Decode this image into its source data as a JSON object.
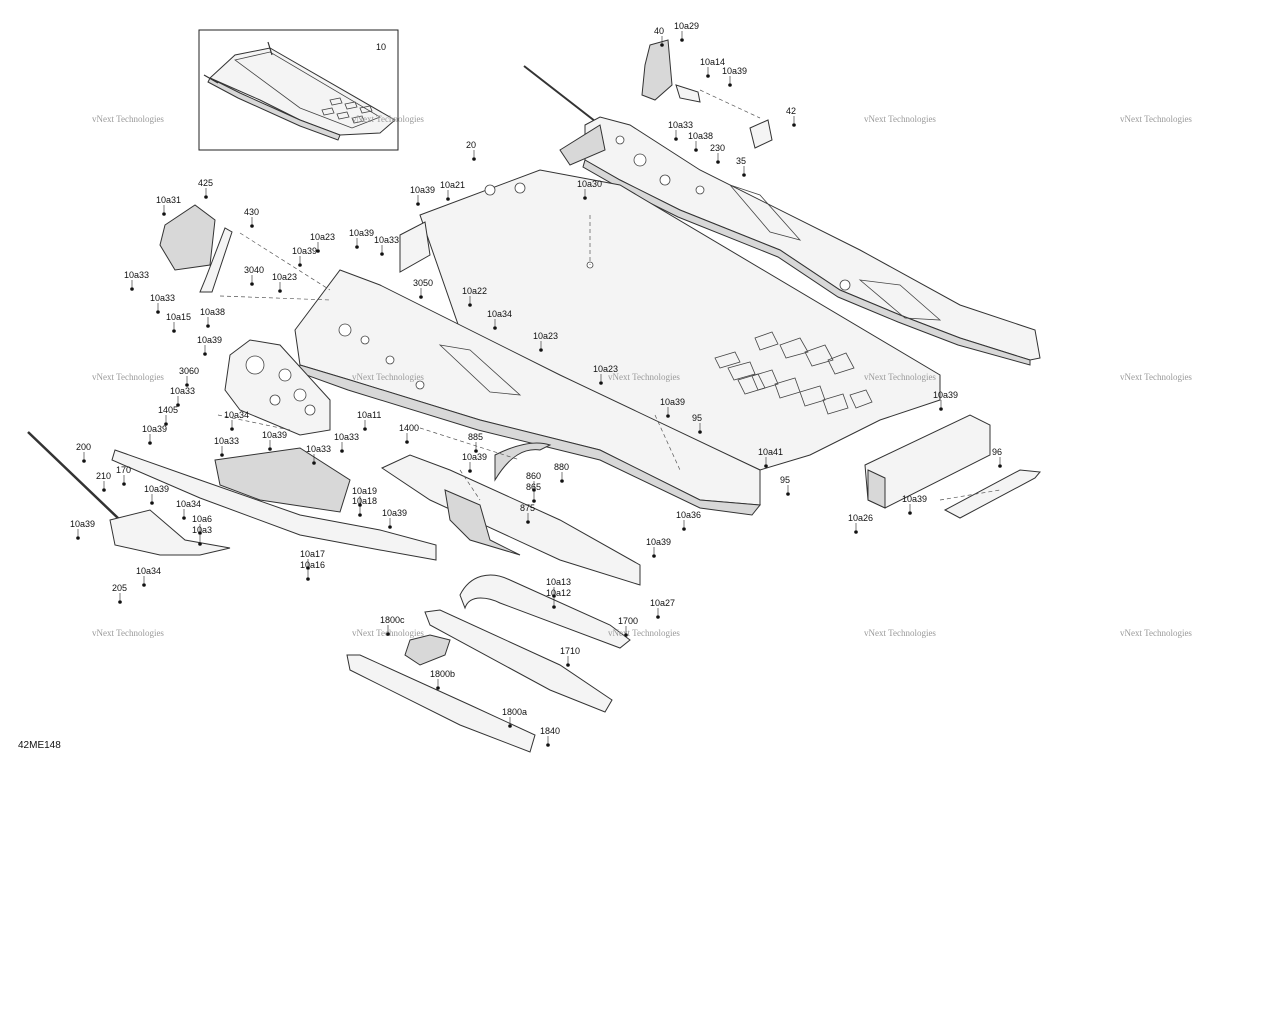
{
  "figure_code": "42ME148",
  "inset_label": "10",
  "watermark_text": "vNext Technologies",
  "callouts": [
    {
      "id": "c-10a29",
      "text": "10a29"
    },
    {
      "id": "c-40",
      "text": "40"
    },
    {
      "id": "c-10a14",
      "text": "10a14"
    },
    {
      "id": "c-10a39-a",
      "text": "10a39"
    },
    {
      "id": "c-42",
      "text": "42"
    },
    {
      "id": "c-10a33-a",
      "text": "10a33"
    },
    {
      "id": "c-10a38-a",
      "text": "10a38"
    },
    {
      "id": "c-230",
      "text": "230"
    },
    {
      "id": "c-35",
      "text": "35"
    },
    {
      "id": "c-20",
      "text": "20"
    },
    {
      "id": "c-10a39-b",
      "text": "10a39"
    },
    {
      "id": "c-10a21",
      "text": "10a21"
    },
    {
      "id": "c-10a30",
      "text": "10a30"
    },
    {
      "id": "c-425",
      "text": "425"
    },
    {
      "id": "c-10a31",
      "text": "10a31"
    },
    {
      "id": "c-430",
      "text": "430"
    },
    {
      "id": "c-10a23-a",
      "text": "10a23"
    },
    {
      "id": "c-10a39-c",
      "text": "10a39"
    },
    {
      "id": "c-10a33-b",
      "text": "10a33"
    },
    {
      "id": "c-10a39-d",
      "text": "10a39"
    },
    {
      "id": "c-3040",
      "text": "3040"
    },
    {
      "id": "c-10a23-b",
      "text": "10a23"
    },
    {
      "id": "c-10a33-c",
      "text": "10a33"
    },
    {
      "id": "c-10a33-d",
      "text": "10a33"
    },
    {
      "id": "c-3050",
      "text": "3050"
    },
    {
      "id": "c-10a22",
      "text": "10a22"
    },
    {
      "id": "c-10a15",
      "text": "10a15"
    },
    {
      "id": "c-10a38-b",
      "text": "10a38"
    },
    {
      "id": "c-10a34-a",
      "text": "10a34"
    },
    {
      "id": "c-10a23-c",
      "text": "10a23"
    },
    {
      "id": "c-10a39-e",
      "text": "10a39"
    },
    {
      "id": "c-3060",
      "text": "3060"
    },
    {
      "id": "c-10a23-d",
      "text": "10a23"
    },
    {
      "id": "c-10a33-e",
      "text": "10a33"
    },
    {
      "id": "c-1405",
      "text": "1405"
    },
    {
      "id": "c-10a34-b",
      "text": "10a34"
    },
    {
      "id": "c-10a11",
      "text": "10a11"
    },
    {
      "id": "c-10a39-f",
      "text": "10a39"
    },
    {
      "id": "c-95-a",
      "text": "95"
    },
    {
      "id": "c-10a39-g",
      "text": "10a39"
    },
    {
      "id": "c-1400",
      "text": "1400"
    },
    {
      "id": "c-10a39-h",
      "text": "10a39"
    },
    {
      "id": "c-10a39-i",
      "text": "10a39"
    },
    {
      "id": "c-10a33-f",
      "text": "10a33"
    },
    {
      "id": "c-10a33-g",
      "text": "10a33"
    },
    {
      "id": "c-885",
      "text": "885"
    },
    {
      "id": "c-200",
      "text": "200"
    },
    {
      "id": "c-10a33-h",
      "text": "10a33"
    },
    {
      "id": "c-10a39-j",
      "text": "10a39"
    },
    {
      "id": "c-860",
      "text": "860"
    },
    {
      "id": "c-880",
      "text": "880"
    },
    {
      "id": "c-865",
      "text": "865"
    },
    {
      "id": "c-10a41",
      "text": "10a41"
    },
    {
      "id": "c-96",
      "text": "96"
    },
    {
      "id": "c-210",
      "text": "210"
    },
    {
      "id": "c-170",
      "text": "170"
    },
    {
      "id": "c-10a39-k",
      "text": "10a39"
    },
    {
      "id": "c-10a19",
      "text": "10a19"
    },
    {
      "id": "c-10a18",
      "text": "10a18"
    },
    {
      "id": "c-875",
      "text": "875"
    },
    {
      "id": "c-95-b",
      "text": "95"
    },
    {
      "id": "c-10a34-c",
      "text": "10a34"
    },
    {
      "id": "c-10a6",
      "text": "10a6"
    },
    {
      "id": "c-10a3",
      "text": "10a3"
    },
    {
      "id": "c-10a39-l",
      "text": "10a39"
    },
    {
      "id": "c-10a36",
      "text": "10a36"
    },
    {
      "id": "c-10a39-m",
      "text": "10a39"
    },
    {
      "id": "c-10a26",
      "text": "10a26"
    },
    {
      "id": "c-10a39-n",
      "text": "10a39"
    },
    {
      "id": "c-10a17",
      "text": "10a17"
    },
    {
      "id": "c-10a16",
      "text": "10a16"
    },
    {
      "id": "c-10a39-o",
      "text": "10a39"
    },
    {
      "id": "c-10a34-d",
      "text": "10a34"
    },
    {
      "id": "c-205",
      "text": "205"
    },
    {
      "id": "c-10a13",
      "text": "10a13"
    },
    {
      "id": "c-10a12",
      "text": "10a12"
    },
    {
      "id": "c-10a27",
      "text": "10a27"
    },
    {
      "id": "c-1800c",
      "text": "1800c"
    },
    {
      "id": "c-1700",
      "text": "1700"
    },
    {
      "id": "c-1710",
      "text": "1710"
    },
    {
      "id": "c-1800b",
      "text": "1800b"
    },
    {
      "id": "c-1800a",
      "text": "1800a"
    },
    {
      "id": "c-1840",
      "text": "1840"
    }
  ]
}
